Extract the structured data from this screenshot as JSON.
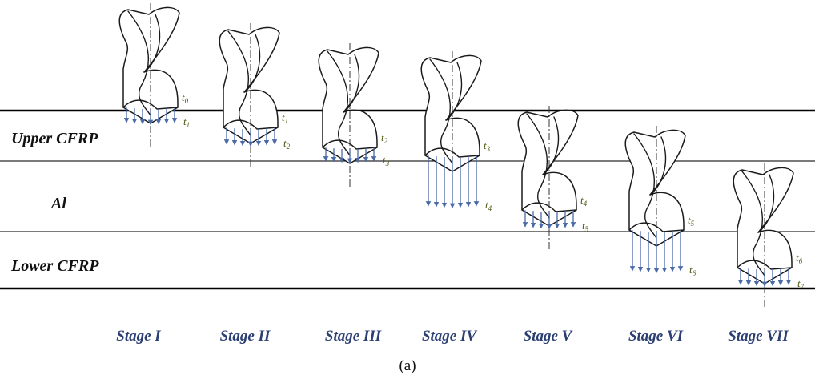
{
  "layers": {
    "upper_label": "Upper CFRP",
    "middle_label": "Al",
    "lower_label": "Lower CFRP"
  },
  "stages": [
    {
      "label": "Stage I",
      "time_labels": [
        "0",
        "1"
      ]
    },
    {
      "label": "Stage II",
      "time_labels": [
        "1",
        "2"
      ]
    },
    {
      "label": "Stage III",
      "time_labels": [
        "2",
        "3"
      ]
    },
    {
      "label": "Stage IV",
      "time_labels": [
        "3",
        "4"
      ]
    },
    {
      "label": "Stage V",
      "time_labels": [
        "4",
        "5"
      ]
    },
    {
      "label": "Stage VI",
      "time_labels": [
        "5",
        "6"
      ]
    },
    {
      "label": "Stage VII",
      "time_labels": [
        "6",
        "7"
      ]
    }
  ],
  "time_symbol": "t",
  "caption": "(a)",
  "colors": {
    "arrow": "#4a6aa8",
    "stage_text": "#2b3f73",
    "time_text": "#4a5a12",
    "layer_line": "#000000",
    "inner_line": "#2a2a2a"
  }
}
